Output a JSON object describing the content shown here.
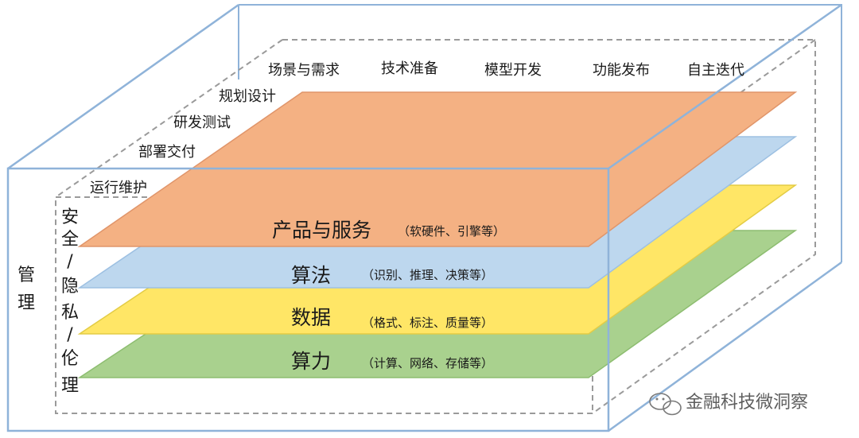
{
  "top_stages": [
    "场景与需求",
    "技术准备",
    "模型开发",
    "功能发布",
    "自主迭代"
  ],
  "lifecycle_stages": [
    "规划设计",
    "研发测试",
    "部署交付",
    "运行维护"
  ],
  "layers": [
    {
      "title": "产品与服务",
      "subtitle": "（软硬件、引擎等）",
      "fill": "#f4b183",
      "stroke": "#e0956a"
    },
    {
      "title": "算法",
      "subtitle": "（识别、推理、决策等）",
      "fill": "#bdd7ee",
      "stroke": "#9dc0e2"
    },
    {
      "title": "数据",
      "subtitle": "（格式、标注、质量等）",
      "fill": "#ffe666",
      "stroke": "#e3cc45"
    },
    {
      "title": "算力",
      "subtitle": "（计算、网络、存储等）",
      "fill": "#a9d18e",
      "stroke": "#8dbd70"
    }
  ],
  "left_label": [
    "管",
    "理"
  ],
  "inner_label": [
    "安",
    "全",
    "/",
    "隐",
    "私",
    "/",
    "伦",
    "理"
  ],
  "watermark": "金融科技微洞察",
  "colors": {
    "box_edge": "#8fb3d9",
    "dashed": "#9a9a9a"
  }
}
